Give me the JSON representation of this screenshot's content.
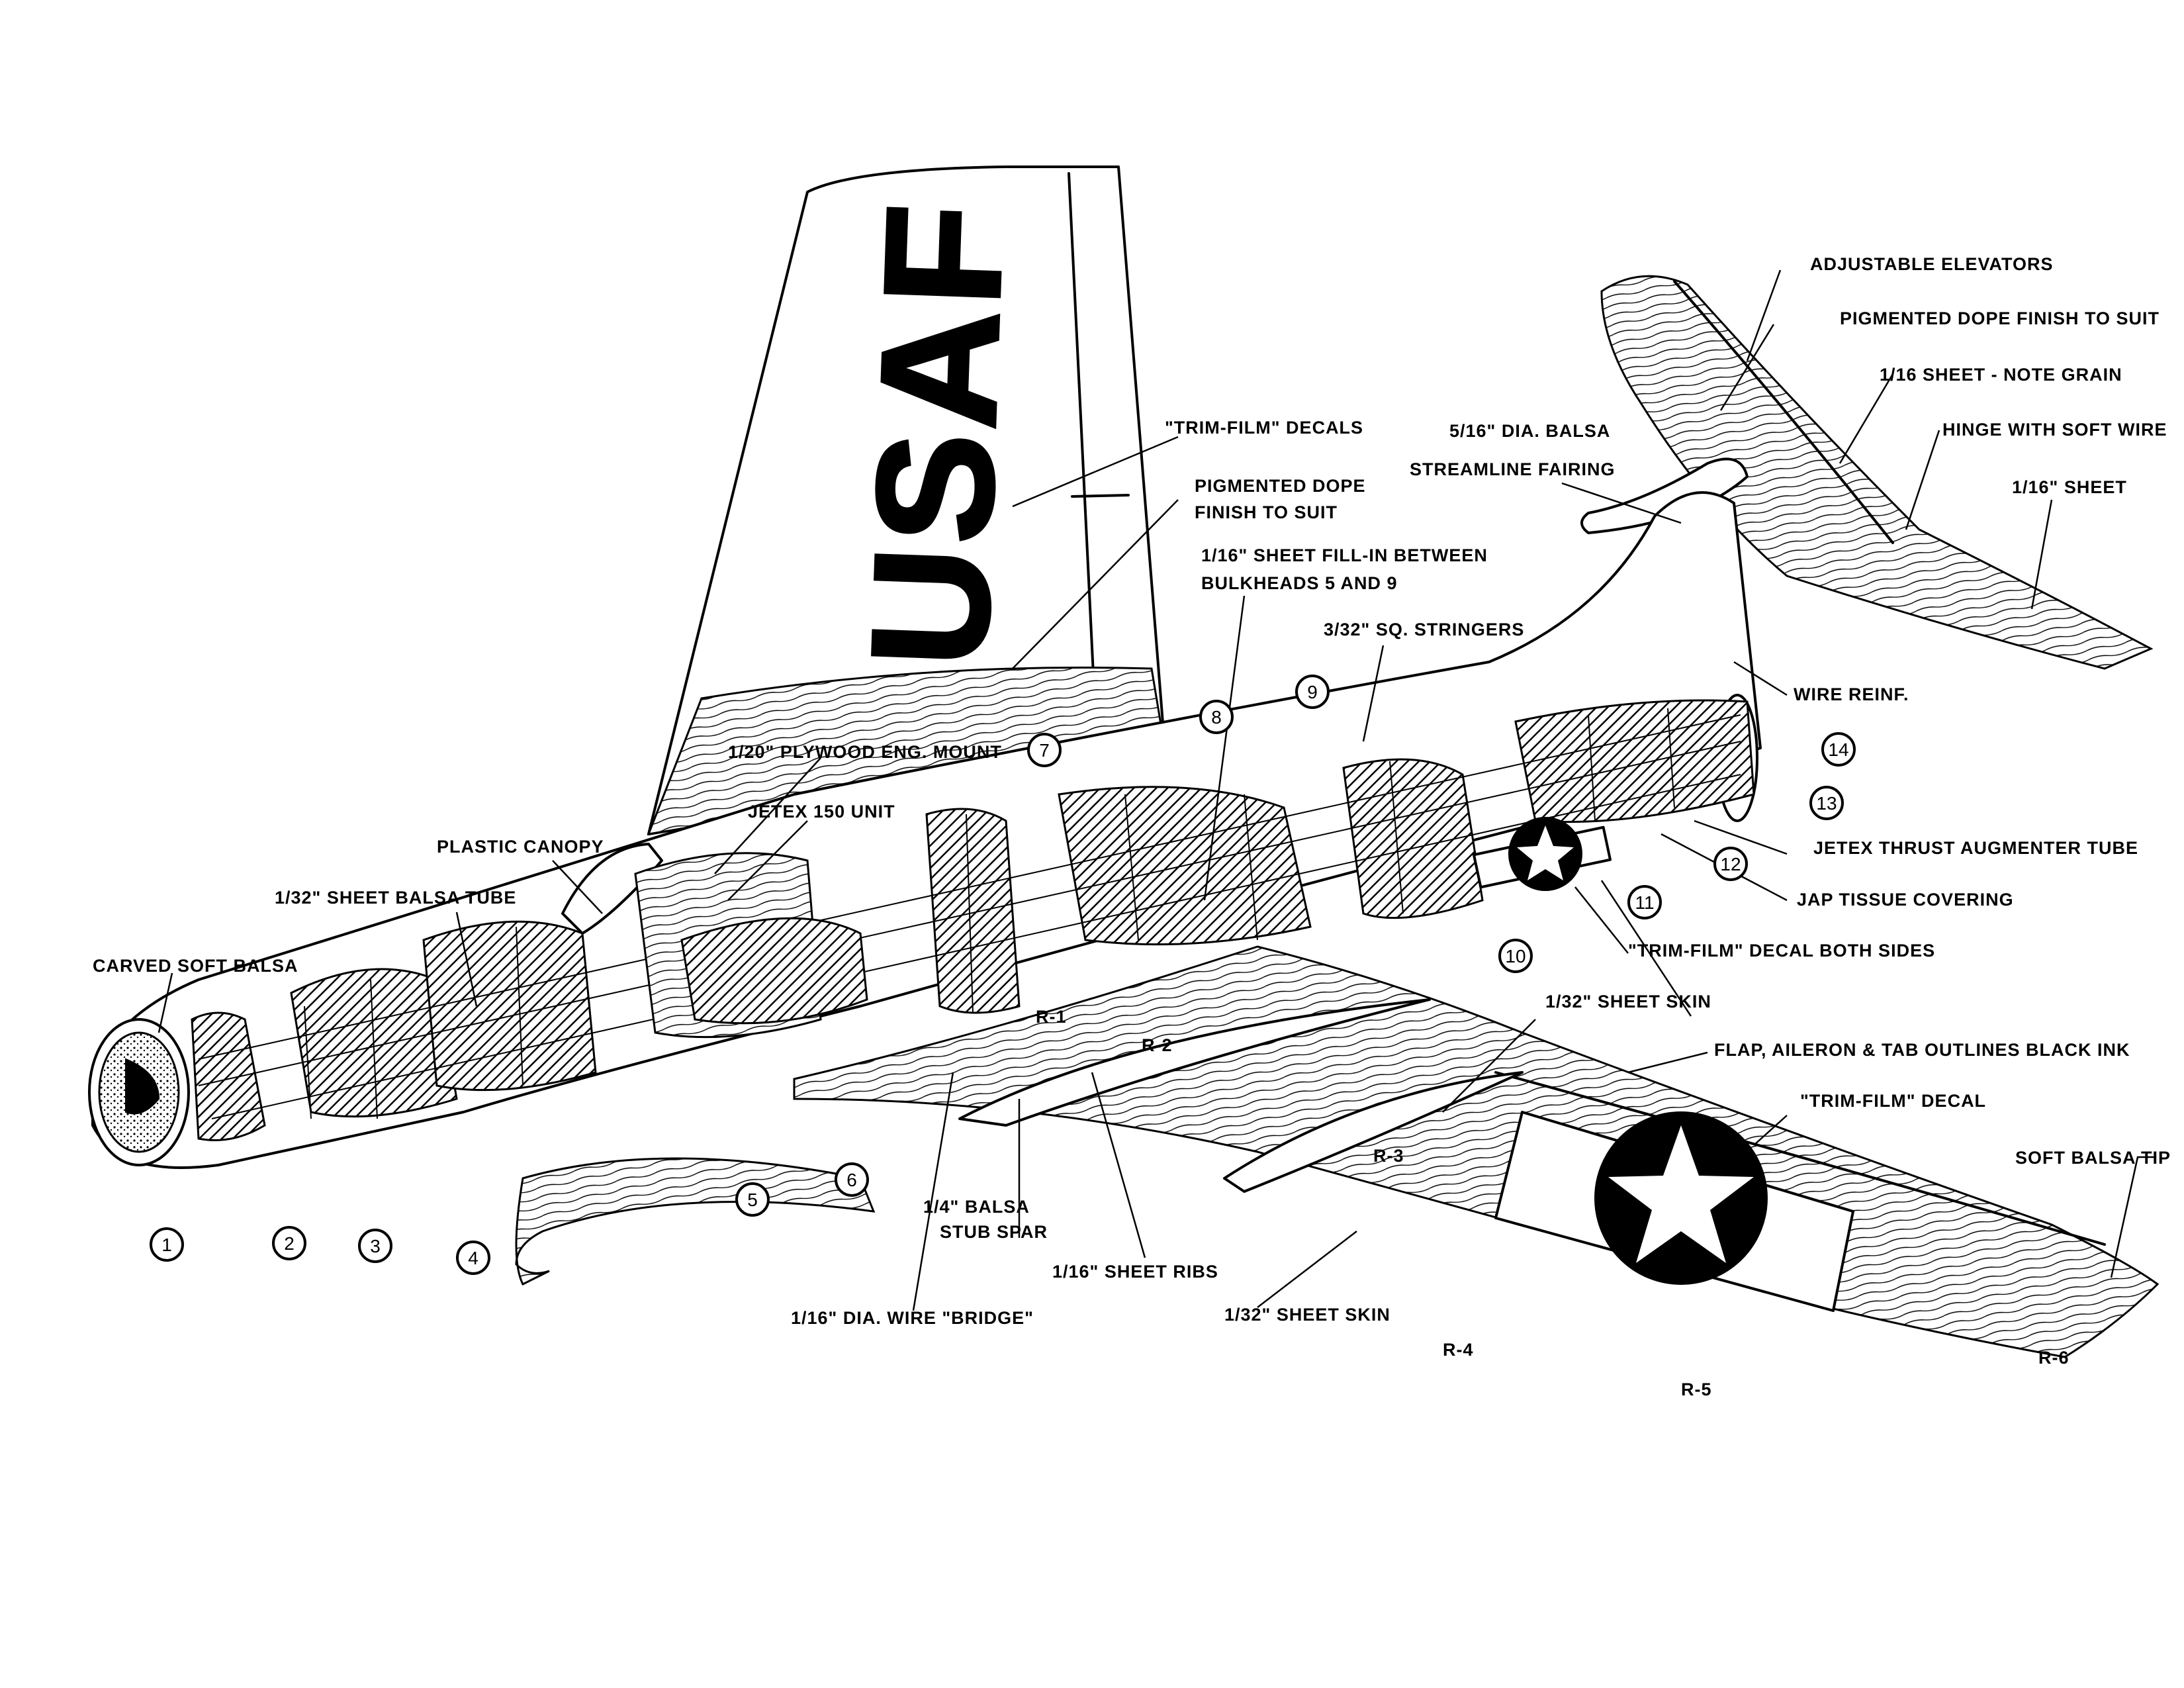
{
  "tail_marking": "USAF",
  "labels": {
    "adjustable_elevators": "ADJUSTABLE ELEVATORS",
    "pigmented_dope_tail": "PIGMENTED DOPE FINISH TO SUIT",
    "sheet_note_grain": "1/16  SHEET - NOTE GRAIN",
    "hinge_soft_wire": "HINGE WITH SOFT WIRE",
    "sheet_1_16_tail": "1/16\" SHEET",
    "trim_film_decals": "\"TRIM-FILM\" DECALS",
    "balsa_fairing_1": "5/16\" DIA. BALSA",
    "balsa_fairing_2": "STREAMLINE FAIRING",
    "pigmented_dope_fin_1": "PIGMENTED DOPE",
    "pigmented_dope_fin_2": "FINISH TO SUIT",
    "sheet_fill_in_1": "1/16\" SHEET FILL-IN BETWEEN",
    "sheet_fill_in_2": "BULKHEADS 5 AND 9",
    "sq_stringers": "3/32\" SQ. STRINGERS",
    "wire_reinf": "WIRE REINF.",
    "plywood_mount": "1/20\" PLYWOOD ENG. MOUNT",
    "jetex_unit": "JETEX 150 UNIT",
    "plastic_canopy": "PLASTIC CANOPY",
    "balsa_tube": "1/32\" SHEET BALSA TUBE",
    "carved_soft_balsa": "CARVED SOFT BALSA",
    "augmenter_tube": "JETEX THRUST AUGMENTER TUBE",
    "jap_tissue": "JAP TISSUE COVERING",
    "trim_film_both": "\"TRIM-FILM\" DECAL BOTH SIDES",
    "sheet_skin_upper": "1/32\" SHEET SKIN",
    "flap_aileron": "FLAP, AILERON & TAB OUTLINES BLACK INK",
    "trim_film_decal": "\"TRIM-FILM\" DECAL",
    "soft_balsa_tip": "SOFT BALSA TIP",
    "stub_spar_1": "1/4\" BALSA",
    "stub_spar_2": "STUB SPAR",
    "sheet_ribs": "1/16\" SHEET RIBS",
    "wire_bridge": "1/16\" DIA. WIRE \"BRIDGE\"",
    "sheet_skin_lower": "1/32\" SHEET SKIN"
  },
  "ribs": [
    "R-1",
    "R-2",
    "R-3",
    "R-4",
    "R-5",
    "R-6"
  ],
  "bulkheads": [
    "1",
    "2",
    "3",
    "4",
    "5",
    "6",
    "7",
    "8",
    "9",
    "10",
    "11",
    "12",
    "13",
    "14"
  ]
}
